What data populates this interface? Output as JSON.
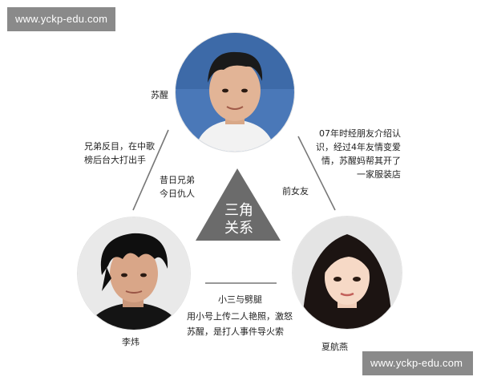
{
  "watermark_top": "www.yckp-edu.com",
  "watermark_bottom": "www.yckp-edu.com",
  "center": {
    "line1": "三角",
    "line2": "关系"
  },
  "people": {
    "top": {
      "name": "苏醒",
      "photo_icon": "man-portrait-icon"
    },
    "left": {
      "name": "李炜",
      "photo_icon": "man-portrait-icon"
    },
    "right": {
      "name": "夏航燕",
      "photo_icon": "woman-portrait-icon"
    }
  },
  "labels": {
    "left_edge": [
      "兄弟反目，在中歌",
      "榜后台大打出手"
    ],
    "left_inner": [
      "昔日兄弟",
      "今日仇人"
    ],
    "right_edge": [
      "07年时经朋友介绍认",
      "识，经过4年友情变爱",
      "情，苏醒妈帮其开了",
      "一家服装店"
    ],
    "right_inner": "前女友",
    "bottom_title": "小三与劈腿",
    "bottom_desc": [
      "用小号上传二人艳照，激怒",
      "苏醒，是打人事件导火索"
    ]
  },
  "colors": {
    "watermark_bg": "#8a8a8a",
    "triangle": "#6b6b6b",
    "connector": "#777777"
  }
}
